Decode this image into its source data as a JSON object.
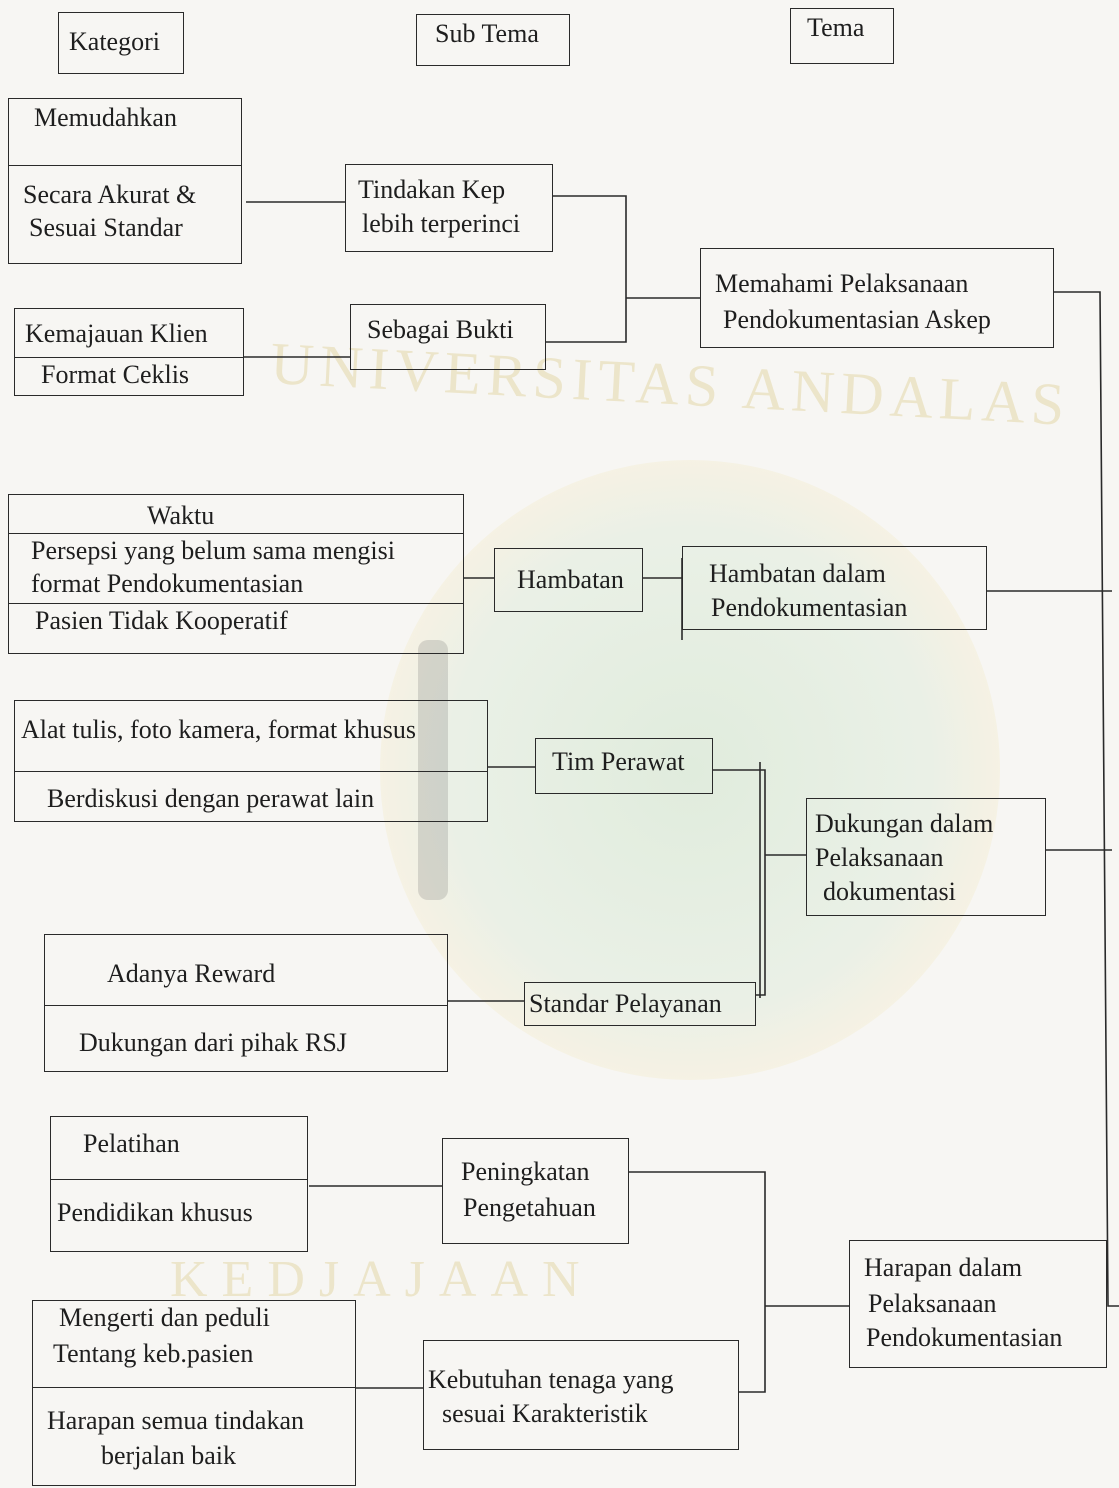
{
  "headers": {
    "kategori": "Kategori",
    "sub_tema": "Sub Tema",
    "tema": "Tema"
  },
  "watermark": {
    "top": "UNIVERSITAS ANDALAS",
    "bottom": "KEDJAJAAN"
  },
  "categories": {
    "c1": [
      "Memudahkan",
      "Secara Akurat &",
      "Sesuai Standar"
    ],
    "c2": [
      "Kemajauan Klien",
      "Format Ceklis"
    ],
    "c3": [
      "Waktu",
      "Persepsi yang belum sama mengisi",
      "format Pendokumentasian",
      "Pasien Tidak Kooperatif"
    ],
    "c4": [
      "Alat tulis, foto kamera, format khusus",
      "Berdiskusi dengan perawat lain"
    ],
    "c5": [
      "Adanya Reward",
      "Dukungan dari pihak RSJ"
    ],
    "c6": [
      "Pelatihan",
      "Pendidikan khusus"
    ],
    "c7": [
      "Mengerti dan peduli",
      "Tentang keb.pasien",
      "Harapan semua tindakan",
      "berjalan baik"
    ]
  },
  "subthemes": {
    "s1": [
      "Tindakan Kep",
      "lebih terperinci"
    ],
    "s2": [
      "Sebagai Bukti"
    ],
    "s3": [
      "Hambatan"
    ],
    "s4": [
      "Tim Perawat"
    ],
    "s5": [
      "Standar Pelayanan"
    ],
    "s6": [
      "Peningkatan",
      "Pengetahuan"
    ],
    "s7": [
      "Kebutuhan tenaga yang",
      "sesuai Karakteristik"
    ]
  },
  "themes": {
    "t1": [
      "Memahami Pelaksanaan",
      "Pendokumentasian Askep"
    ],
    "t2": [
      "Hambatan dalam",
      "Pendokumentasian"
    ],
    "t3": [
      "Dukungan dalam",
      "Pelaksanaan",
      "dokumentasi"
    ],
    "t4": [
      "Harapan dalam",
      "Pelaksanaan",
      "Pendokumentasian"
    ]
  }
}
